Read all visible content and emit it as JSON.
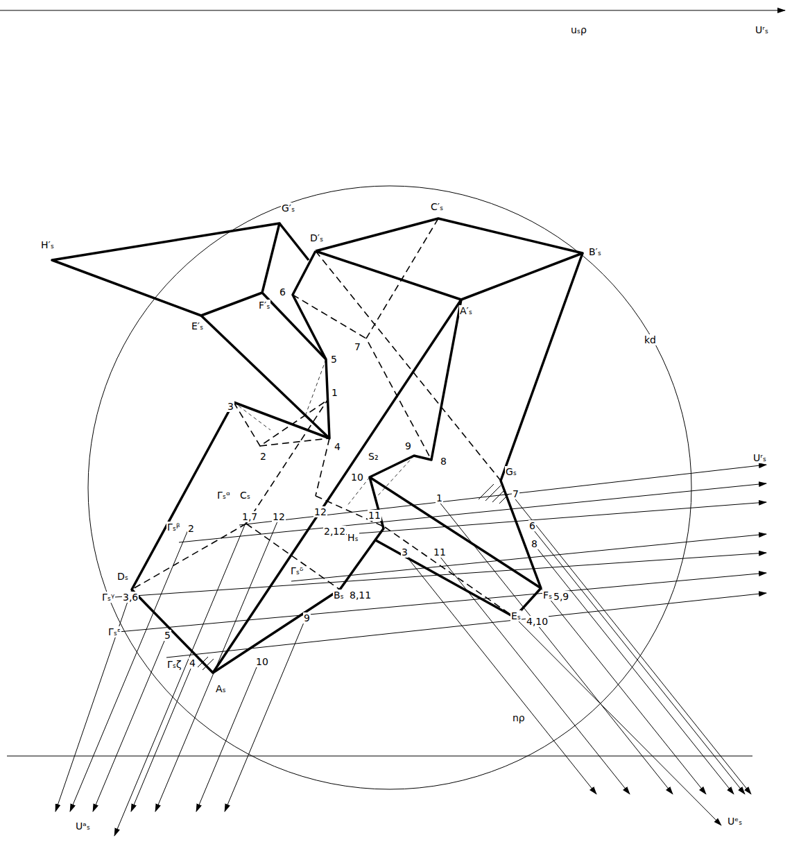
{
  "diagram": {
    "labels": [
      "uₛρ",
      "Uʳₛ",
      "G′ₛ",
      "C′ₛ",
      "D′ₛ",
      "H′ₛ",
      "B′ₛ",
      "6",
      "E′ₛ",
      "F′ₛ",
      "A′ₛ",
      "kd",
      "7",
      "5",
      "1",
      "3",
      "2",
      "4",
      "9",
      "8",
      "S₂",
      "10",
      "Gₛ",
      "Uʳₛ",
      "12",
      "11",
      "Γₛᵅ",
      "Cₛ",
      "7",
      "1",
      "1,7",
      "12",
      "Γₛᵝ",
      "2",
      "2,12",
      "Hₛ",
      "6",
      "8",
      "3",
      "11",
      "Γₛᵟ",
      "Dₛ",
      "Bₛ",
      "8,11",
      "Fₛ",
      "5,9",
      "Γₛᵞ",
      "3,6",
      "Eₛ",
      "4,10",
      "9",
      "Γₛᵋ",
      "5",
      "Γₛζ",
      "4",
      "10",
      "Aₛ",
      "nρ",
      "Uᵃₛ",
      "Uᵉₛ"
    ]
  }
}
